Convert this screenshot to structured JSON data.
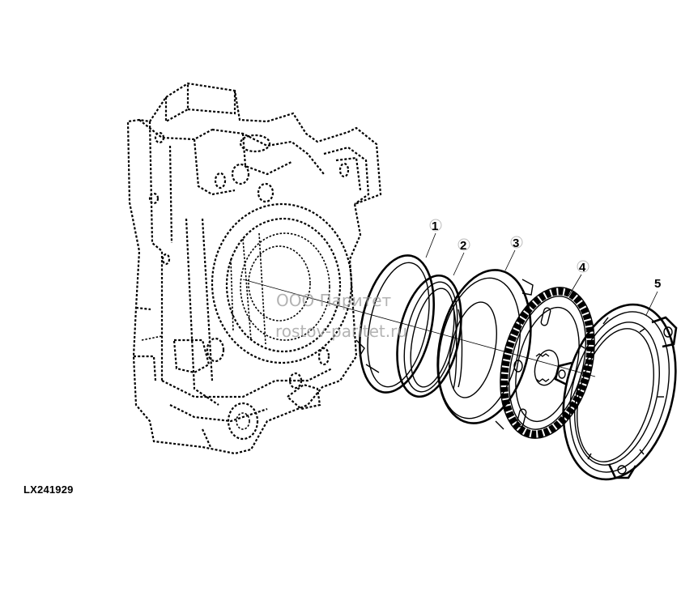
{
  "figure_code": "LX241929",
  "callouts": [
    {
      "number": "1"
    },
    {
      "number": "2"
    },
    {
      "number": "3"
    },
    {
      "number": "4"
    },
    {
      "number": "5"
    }
  ],
  "watermark": {
    "line1": "ООО Паритет",
    "line2": "rostov-paritet.ru"
  }
}
